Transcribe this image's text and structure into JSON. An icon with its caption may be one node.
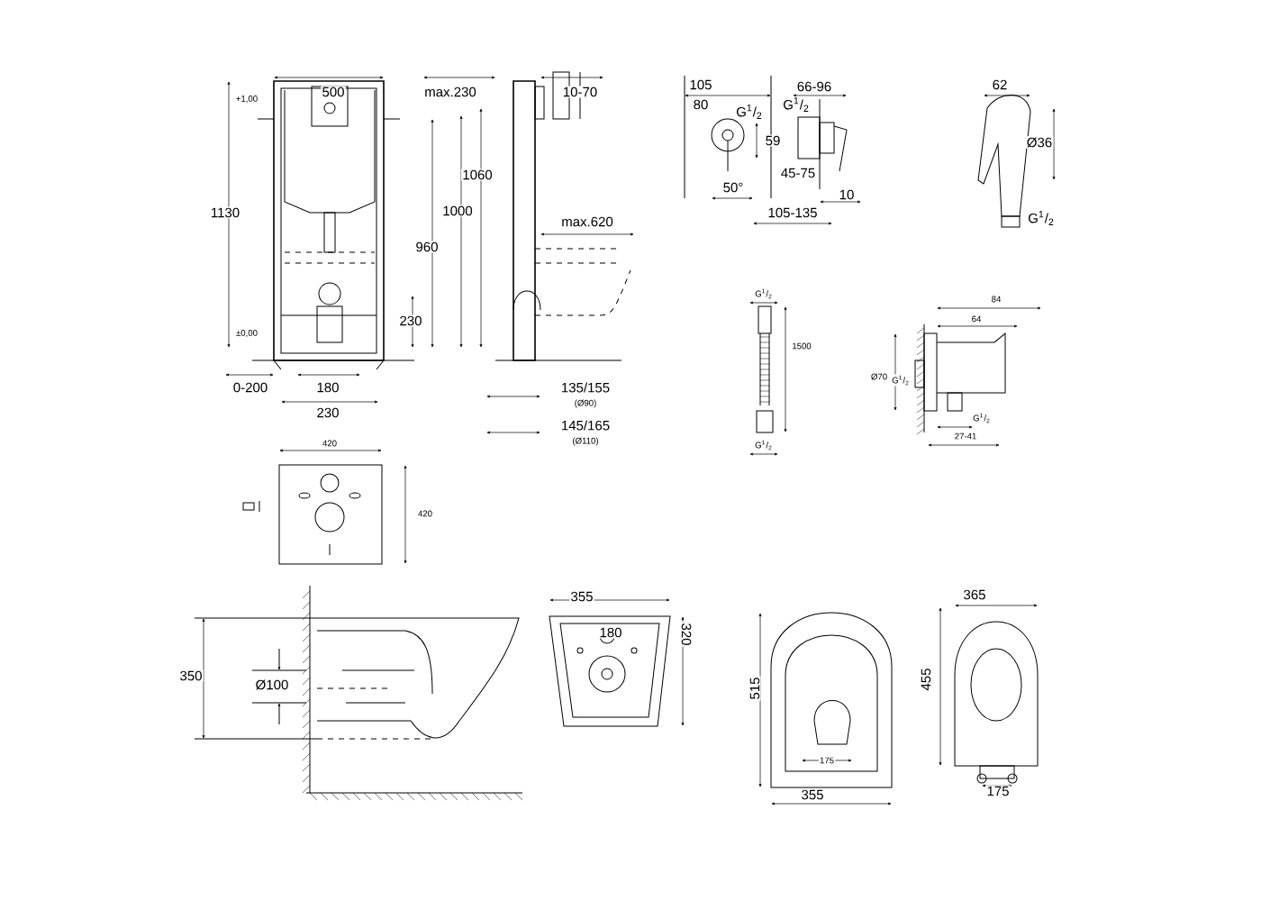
{
  "diagram": {
    "labels": [
      "500",
      "max.230",
      "10-70",
      "+1,00",
      "1060",
      "1130",
      "1000",
      "960",
      "230",
      "±0,00",
      "0-200",
      "180",
      "230",
      "135/155",
      "(Ø90)",
      "145/165",
      "(Ø110)",
      "max.620",
      "105",
      "80",
      "66-96",
      "G$^{1}$/$_{2}$",
      "G$^{1}$/$_{2}$",
      "59",
      "45-75",
      "50°",
      "10",
      "105-135",
      "62",
      "Ø36",
      "G$^{1}$/$_{2}$",
      "G$^{1}$/$_{2}$",
      "1500",
      "G$^{1}$/$_{2}$",
      "84",
      "64",
      "Ø70",
      "G$^{1}$/$_{2}$",
      "G$^{1}$/$_{2}$",
      "27-41",
      "420",
      "420",
      "350",
      "Ø100",
      "355",
      "320",
      "180",
      "515",
      "175",
      "355",
      "365",
      "455",
      "175"
    ]
  }
}
